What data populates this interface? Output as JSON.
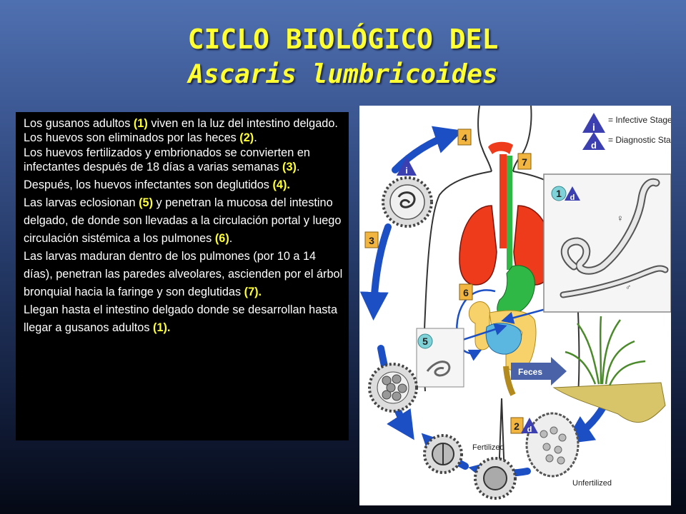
{
  "title": {
    "line1": "CICLO BIOLÓGICO DEL",
    "line2": "Ascaris lumbricoides"
  },
  "text": {
    "p1": {
      "a": "Los gusanos adultos ",
      "n": "(1)",
      "b": " viven en la luz del intestino delgado."
    },
    "p2": {
      "a": "Los huevos son eliminados por las heces ",
      "n": "(2)",
      "b": "."
    },
    "p3": {
      "a": "Los huevos fertilizados y embrionados se convierten en infectantes después de 18 días a varias semanas ",
      "n": "(3)",
      "b": "."
    },
    "p4": {
      "a": "Después, los huevos infectantes son deglutidos ",
      "n": "(4)."
    },
    "p5": {
      "a": "Las larvas eclosionan ",
      "n": "(5)",
      "b": " y penetran la mucosa del intestino delgado, de donde son llevadas a la circulación portal y luego circulación sistémica a los pulmones ",
      "n2": "(6)",
      "c": "."
    },
    "p6": {
      "a": "Las larvas maduran dentro de los pulmones (por 10 a 14 días), penetran las paredes alveolares, ascienden por el árbol bronquial hacia la faringe  y son deglutidas ",
      "n": "(7)."
    },
    "p7": {
      "a": "Llegan hasta el intestino delgado donde se desarrollan hasta llegar a gusanos adultos ",
      "n": "(1)."
    }
  },
  "diagram": {
    "legend": {
      "infective_symbol": "i",
      "infective": "= Infective Stage",
      "diagnostic_symbol": "d",
      "diagnostic": "= Diagnostic Stage"
    },
    "steps": {
      "s1": "1",
      "s2": "2",
      "s3": "3",
      "s4": "4",
      "s5": "5",
      "s6": "6",
      "s7": "7"
    },
    "feces": "Feces",
    "fertilized": "Fertilized",
    "unfertilized": "Unfertilized",
    "female_symbol": "♀",
    "male_symbol": "♂",
    "colors": {
      "step_badge": "#f2b640",
      "infective": "#3b3fb0",
      "stage1_badge": "#7fd2d8",
      "arrow": "#1d4fc4",
      "lungs": "#ee3b1c",
      "trachea": "#2fb845",
      "intestine": "#f7d26a"
    }
  }
}
